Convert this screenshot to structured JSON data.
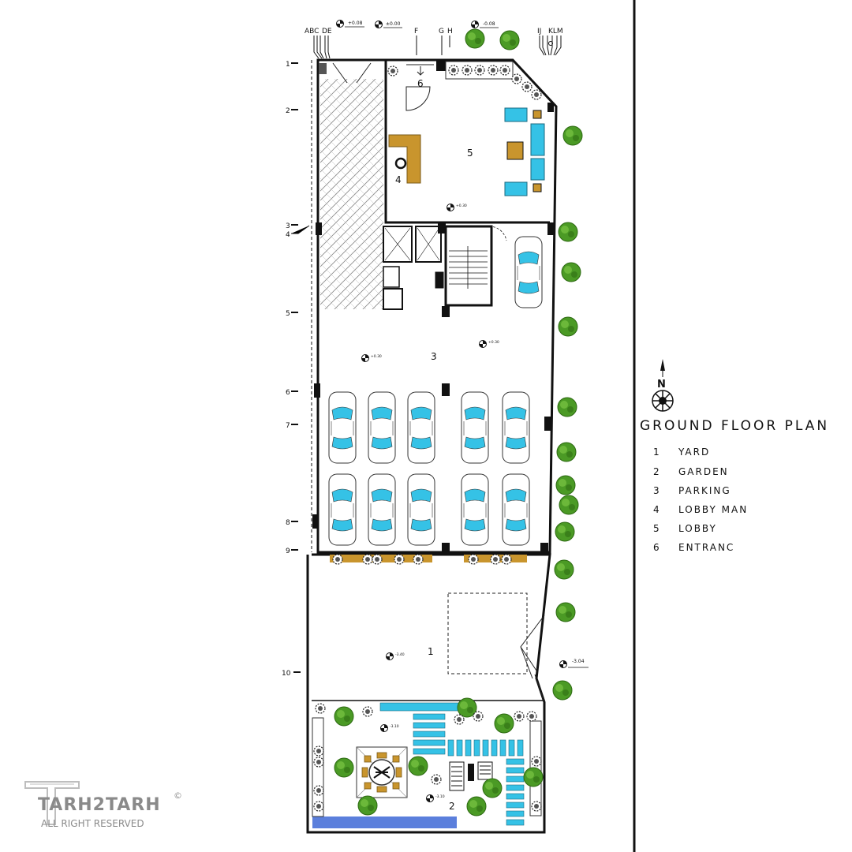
{
  "plan": {
    "title": "GROUND FLOOR PLAN",
    "compass_label": "N",
    "legend": [
      {
        "num": "1",
        "label": "YARD"
      },
      {
        "num": "2",
        "label": "GARDEN"
      },
      {
        "num": "3",
        "label": "PARKING"
      },
      {
        "num": "4",
        "label": "LOBBY MAN"
      },
      {
        "num": "5",
        "label": "LOBBY"
      },
      {
        "num": "6",
        "label": "ENTRANC"
      }
    ],
    "room_numbers": [
      "1",
      "2",
      "3",
      "4",
      "5",
      "6"
    ],
    "grid_top": [
      "ABC",
      "DE",
      "F",
      "G",
      "H",
      "IJ",
      "KLM"
    ],
    "grid_left": [
      "1",
      "2",
      "3",
      "4",
      "5",
      "6",
      "7",
      "8",
      "9",
      "10"
    ],
    "levels": [
      "+0.08",
      "±0.00",
      "-0.08",
      "+0.30",
      "+0.30",
      "+0.30",
      "-3.40",
      "-3.04",
      "-3.10",
      "-3.10"
    ]
  },
  "watermark": {
    "name": "TARH2TARH",
    "sub": "ALL RIGHT RESERVED",
    "copyright": "©"
  },
  "colors": {
    "glass": "#35c2e6",
    "wood": "#c9952d",
    "tree": "#3e8d1f",
    "pool": "#5b7fdc",
    "wall": "#111111"
  }
}
